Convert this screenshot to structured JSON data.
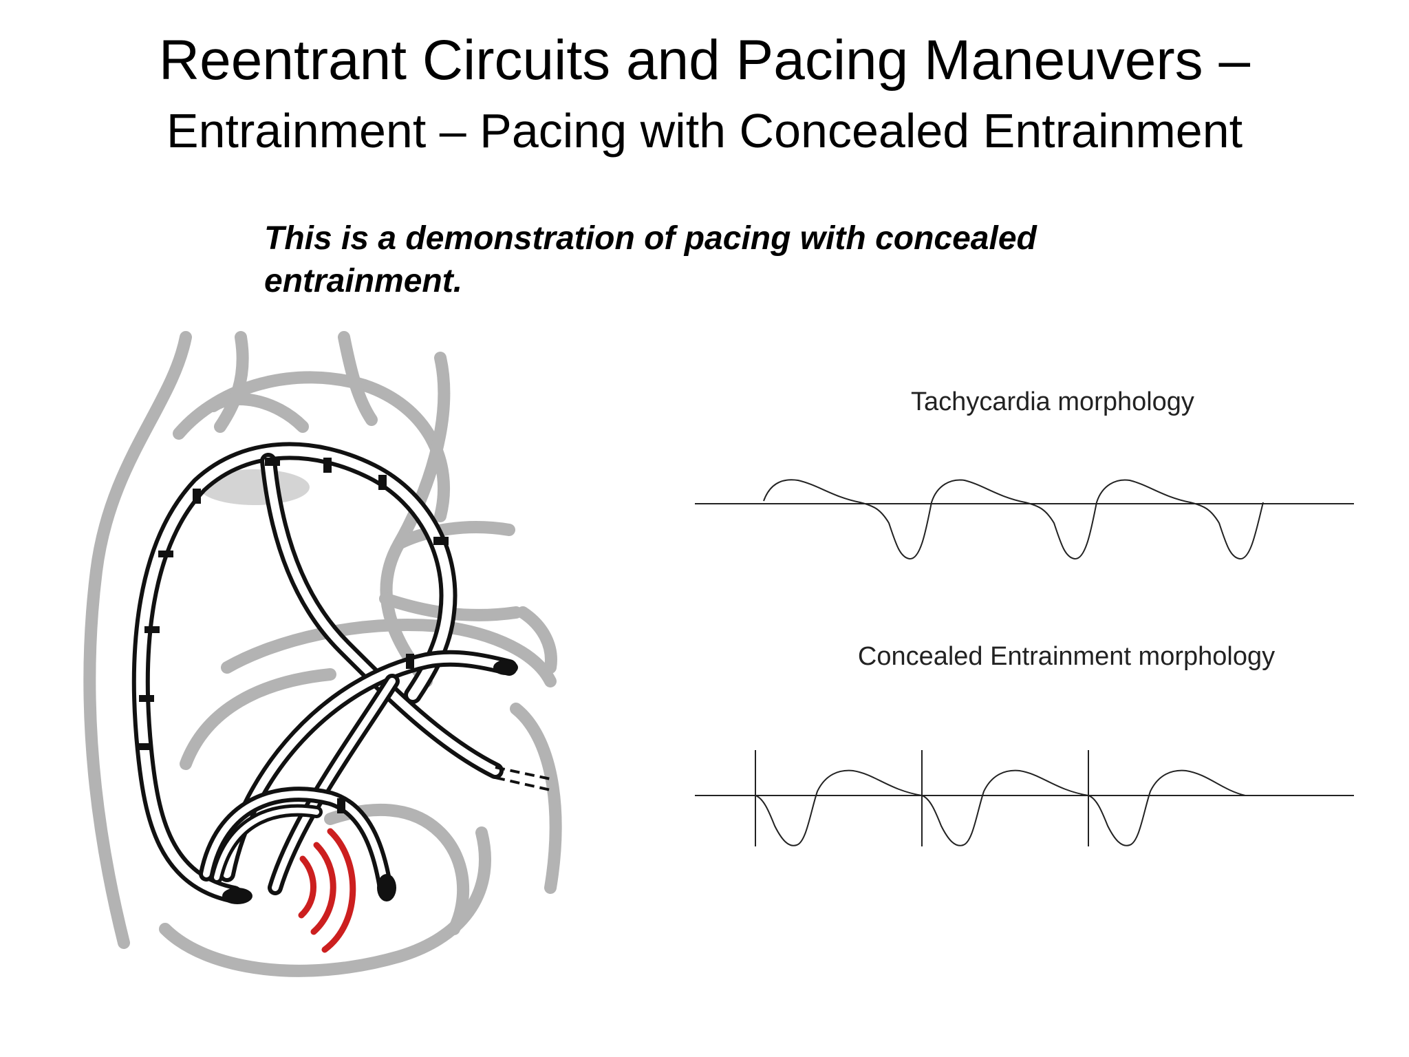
{
  "slide": {
    "title": "Reentrant Circuits and Pacing Maneuvers –",
    "subtitle": "Entrainment – Pacing with Concealed Entrainment",
    "caption": "This is a demonstration of pacing with concealed entrainment."
  },
  "ecg": {
    "top_label": "Tachycardia morphology",
    "bottom_label": "Concealed Entrainment morphology"
  },
  "colors": {
    "outline_gray": "#b3b3b3",
    "catheter_black": "#111111",
    "pacing_red": "#cc1f1f",
    "trace_black": "#222222"
  }
}
